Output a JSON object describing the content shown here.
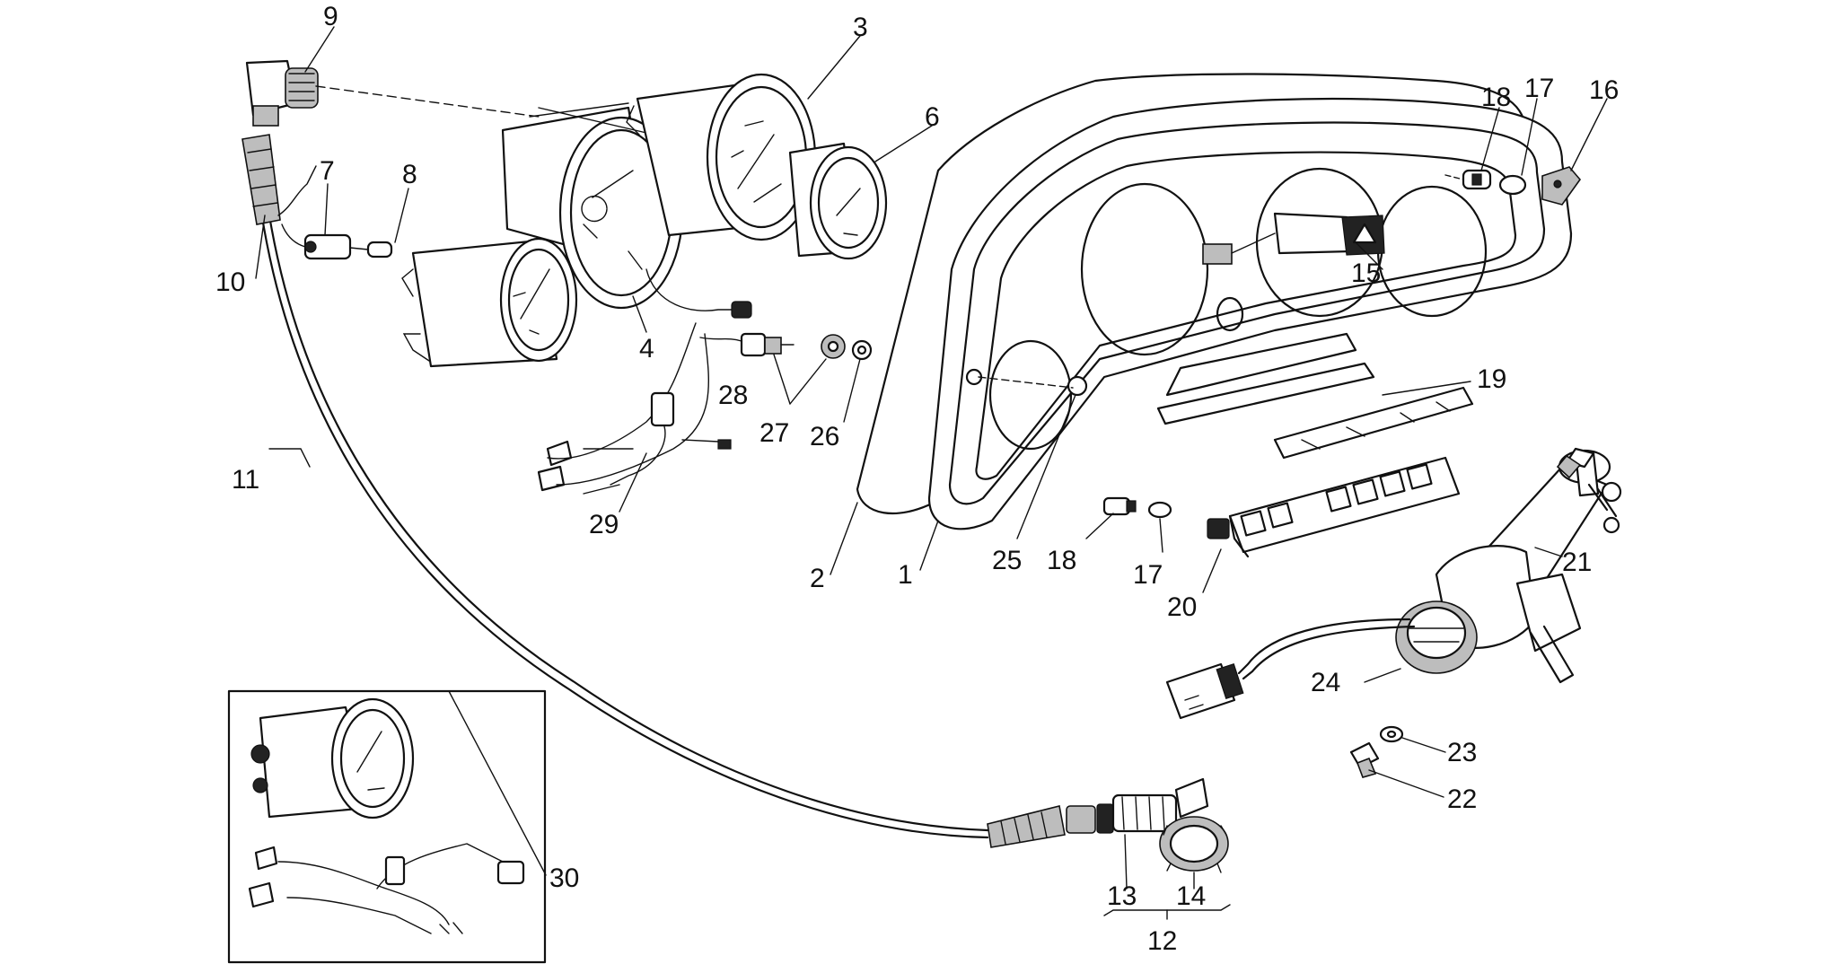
{
  "callouts": {
    "c1": "1",
    "c2": "2",
    "c3": "3",
    "c4": "4",
    "c6": "6",
    "c7": "7",
    "c8": "8",
    "c9": "9",
    "c10": "10",
    "c11": "11",
    "c12": "12",
    "c13": "13",
    "c14": "14",
    "c15": "15",
    "c16": "16",
    "c17a": "17",
    "c17b": "17",
    "c18a": "18",
    "c18b": "18",
    "c19": "19",
    "c20": "20",
    "c21": "21",
    "c22": "22",
    "c23": "23",
    "c24": "24",
    "c25": "25",
    "c26": "26",
    "c27": "27",
    "c28": "28",
    "c29": "29",
    "c30": "30"
  }
}
